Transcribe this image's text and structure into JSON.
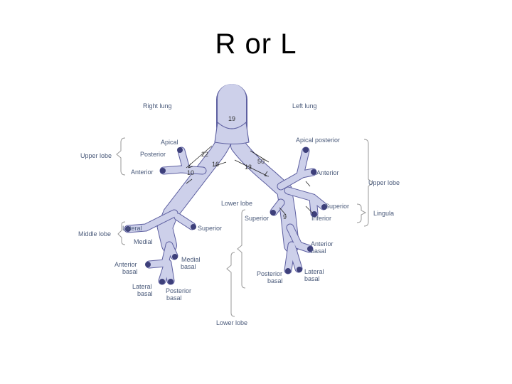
{
  "title": "R or L",
  "diagram": {
    "right_lung": "Right lung",
    "left_lung": "Left lung",
    "labels_right": {
      "upper_lobe": "Upper lobe",
      "apical": "Apical",
      "posterior": "Posterior",
      "anterior": "Anterior",
      "middle_lobe": "Middle lobe",
      "lateral": "Lateral",
      "medial": "Medial",
      "superior": "Superior",
      "anterior_basal": [
        "Anterior",
        "basal"
      ],
      "medial_basal": [
        "Medial",
        "basal"
      ],
      "lateral_basal": [
        "Lateral",
        "basal"
      ],
      "posterior_basal": [
        "Posterior",
        "basal"
      ],
      "lower_lobe": "Lower lobe"
    },
    "labels_left": {
      "apical_posterior": "Apical posterior",
      "anterior": "Anterior",
      "upper_lobe": "Upper lobe",
      "superior_lingula": "Superior",
      "inferior": "Inferior",
      "lingula": "Lingula",
      "lower_lobe": "Lower lobe",
      "superior": "Superior",
      "anterior_basal": [
        "Anterior",
        "basal"
      ],
      "posterior_basal": [
        "Posterior",
        "basal"
      ],
      "lateral_basal": [
        "Lateral",
        "basal"
      ]
    },
    "measurements": {
      "trachea": "19",
      "right_angle": "22",
      "right_main": "16",
      "right_upper": "10",
      "left_angle": "50",
      "left_main": "13",
      "left_lower": "9"
    }
  }
}
